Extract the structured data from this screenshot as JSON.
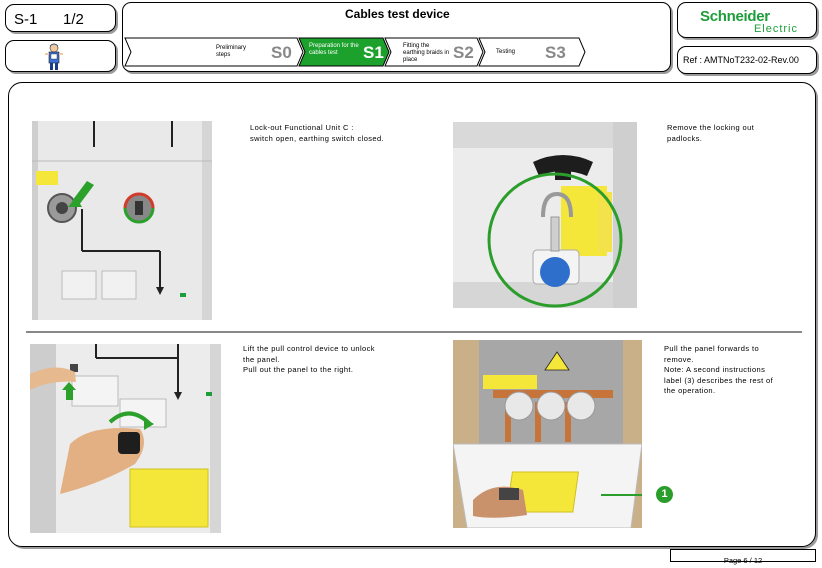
{
  "header": {
    "step_id": "S-1",
    "page_fraction": "1/2",
    "title": "Cables test device",
    "logo_line1": "Schneider",
    "logo_line2": "Electric",
    "reference": "Ref : AMTNoT232-02-Rev.00"
  },
  "stages": [
    {
      "label": "Preliminary steps",
      "code": "S0",
      "active": false
    },
    {
      "label": "Preparation for the cables test",
      "code": "S1",
      "active": true
    },
    {
      "label": "Fitting the earthing braids in place",
      "code": "S2",
      "active": false
    },
    {
      "label": "Testing",
      "code": "S3",
      "active": false
    }
  ],
  "instructions": [
    {
      "text_lines": [
        "Lock-out Functional Unit C :",
        "switch open, earthing switch closed."
      ]
    },
    {
      "text_lines": [
        "Remove the locking out",
        "padlocks."
      ]
    },
    {
      "text_lines": [
        "Lift the pull control device to unlock",
        "the panel.",
        "Pull out the panel to the right."
      ]
    },
    {
      "text_lines": [
        "Pull the panel forwards to",
        "remove.",
        "Note: A second instructions",
        "label (3) describes the rest of",
        "the operation."
      ]
    }
  ],
  "callout_number": "1",
  "footer": {
    "page_label": "Page 6 / 12"
  },
  "colors": {
    "accent_green": "#2ba02b",
    "label_yellow": "#f5e63a",
    "frame_gray": "#888888",
    "callout_green": "#2a9d2a",
    "note_blue": "#1a4fbf"
  }
}
